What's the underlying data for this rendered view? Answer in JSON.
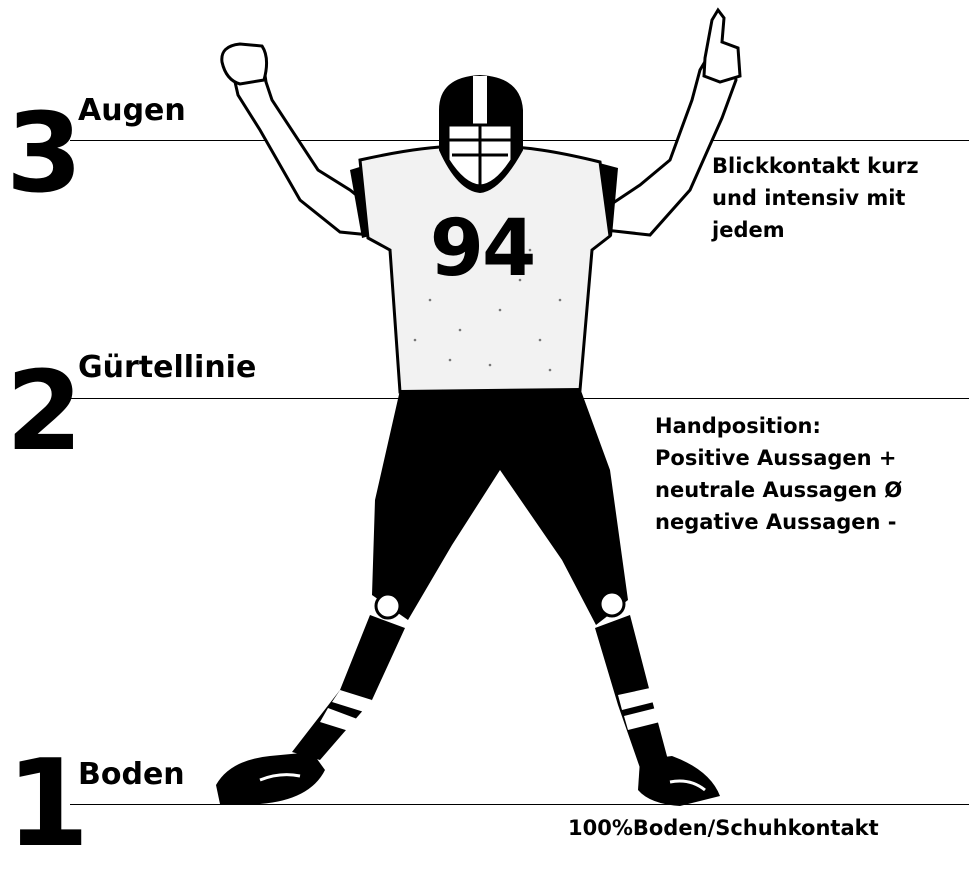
{
  "levels": [
    {
      "number": "3",
      "label": "Augen"
    },
    {
      "number": "2",
      "label": "Gürtellinie"
    },
    {
      "number": "1",
      "label": "Boden"
    }
  ],
  "notes": {
    "eyes": [
      "Blickkontakt kurz",
      "und intensiv mit",
      "jedem"
    ],
    "hands": [
      "Handposition:",
      "Positive Aussagen +",
      "neutrale Aussagen Ø",
      "negative Aussagen -"
    ],
    "floor": "100%Boden/Schuhkontakt"
  },
  "figure": {
    "jersey_number": "94",
    "icon": "football-player-illustration"
  },
  "colors": {
    "ink": "#000000",
    "paper": "#ffffff",
    "jersey": "#f2f2f2"
  }
}
